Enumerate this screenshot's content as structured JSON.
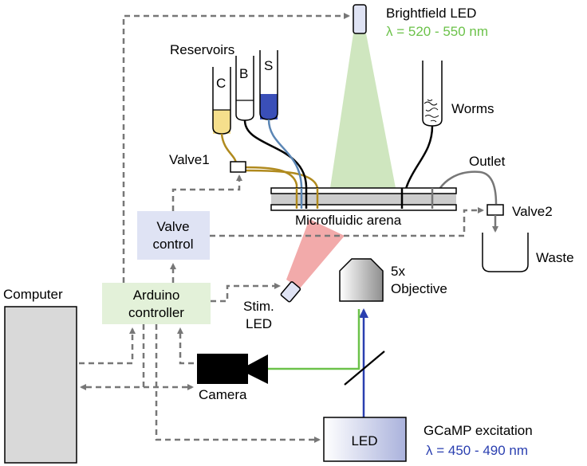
{
  "labels": {
    "brightfield_led": "Brightfield LED",
    "brightfield_wavelength": "λ = 520 - 550 nm",
    "reservoirs": "Reservoirs",
    "reservoir_c": "C",
    "reservoir_b": "B",
    "reservoir_s": "S",
    "worms": "Worms",
    "outlet": "Outlet",
    "valve1": "Valve1",
    "valve2": "Valve2",
    "microfluidic_arena": "Microfluidic arena",
    "waste": "Waste",
    "valve_control_line1": "Valve",
    "valve_control_line2": "control",
    "arduino_line1": "Arduino",
    "arduino_line2": "controller",
    "computer": "Computer",
    "stim_led_line1": "Stim.",
    "stim_led_line2": "LED",
    "objective_line1": "5x",
    "objective_line2": "Objective",
    "camera": "Camera",
    "led": "LED",
    "gcamp_excitation": "GCaMP excitation",
    "gcamp_wavelength": "λ = 450 - 490 nm"
  },
  "colors": {
    "box_fill_blue": "#dfe3f4",
    "box_fill_green": "#e3f1d9",
    "brightfield_beam": "#cfe6bf",
    "stim_beam": "#f2aaaa",
    "reservoir_c_fluid": "#f5df8c",
    "reservoir_s_fluid": "#3a4fb8",
    "tube_gold": "#b08a1e",
    "tube_blue": "#5b86b5",
    "green_path": "#6cc24a",
    "blue_path": "#2a3fb0",
    "dashed_line": "#777777"
  }
}
